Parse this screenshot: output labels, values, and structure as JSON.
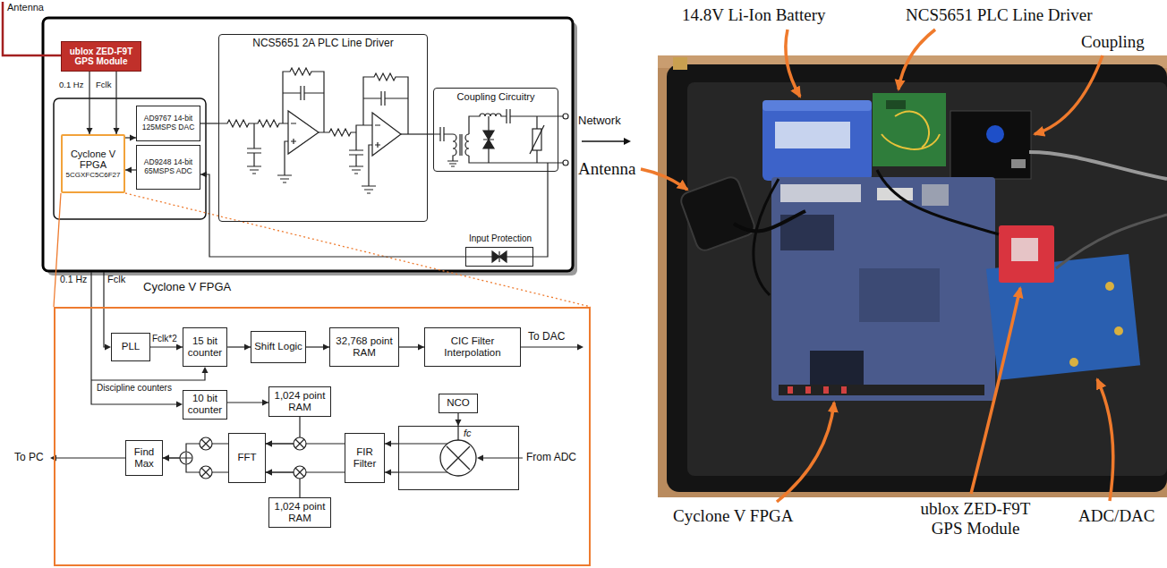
{
  "diagram": {
    "nodes": [
      {
        "text": [
          "ublox ZED-F9T GPS Module"
        ]
      },
      {
        "text": [
          "Cyclone V FPGA",
          "5CGXFC5C6F27"
        ]
      },
      {
        "text": [
          "AD9767 14-bit 125MSPS DAC"
        ]
      },
      {
        "text": [
          "AD9248 14-bit 65MSPS ADC"
        ]
      },
      {
        "text": [
          "NCS5651 2A PLC Line Driver"
        ]
      },
      {
        "text": [
          "Coupling Circuitry"
        ]
      },
      {
        "text": [
          "Input Protection"
        ]
      },
      {
        "text": [
          "Cyclone V FPGA"
        ]
      },
      {
        "text": [
          "PLL"
        ],
        "in": 7
      },
      {
        "text": [
          "15 bit counter"
        ],
        "in": 7
      },
      {
        "text": [
          "Shift Logic"
        ],
        "in": 7
      },
      {
        "text": [
          "32,768 point RAM"
        ],
        "in": 7
      },
      {
        "text": [
          "CIC Filter Interpolation"
        ],
        "in": 7
      },
      {
        "text": [
          "10 bit counter"
        ],
        "in": 7
      },
      {
        "text": [
          "1,024 point RAM"
        ],
        "in": 7
      },
      {
        "text": [
          "NCO"
        ],
        "in": 7
      },
      {
        "text": [
          "fc"
        ],
        "in": 7
      },
      {
        "text": [
          "FIR Filter"
        ],
        "in": 7
      },
      {
        "text": [
          "FFT"
        ],
        "in": 7
      },
      {
        "text": [
          "Find Max"
        ],
        "in": 7
      },
      {
        "text": [
          "1,024 point RAM"
        ],
        "in": 7
      }
    ],
    "edges": [
      {
        "from": 0,
        "to": 1,
        "arrow": "to",
        "label": "0.1 Hz"
      },
      {
        "from": 0,
        "to": 1,
        "arrow": "to",
        "label": "Fclk"
      },
      {
        "from": 1,
        "to": 2,
        "arrow": "to"
      },
      {
        "from": 3,
        "to": 1,
        "arrow": "to"
      },
      {
        "from": 2,
        "to": 4,
        "arrow": "none"
      },
      {
        "from": 4,
        "to": 5,
        "arrow": "none"
      },
      {
        "from": 5,
        "to": 6,
        "arrow": "none"
      },
      {
        "from": 6,
        "to": 3,
        "arrow": "to"
      },
      {
        "from": 8,
        "to": 9,
        "arrow": "to",
        "label": "Fclk*2"
      },
      {
        "from": 9,
        "to": 10,
        "arrow": "to"
      },
      {
        "from": 10,
        "to": 11,
        "arrow": "to"
      },
      {
        "from": 11,
        "to": 12,
        "arrow": "to"
      },
      {
        "from": 13,
        "to": 14,
        "arrow": "to"
      },
      {
        "from": 15,
        "to": 16,
        "arrow": "to"
      },
      {
        "from": 16,
        "to": 17,
        "arrow": "to"
      },
      {
        "from": 16,
        "to": 17,
        "arrow": "to"
      },
      {
        "from": 17,
        "to": 18,
        "arrow": "to"
      },
      {
        "from": 17,
        "to": 18,
        "arrow": "to"
      },
      {
        "from": 14,
        "to": 18,
        "arrow": "to"
      },
      {
        "from": 20,
        "to": 18,
        "arrow": "to"
      },
      {
        "from": 18,
        "to": 19,
        "arrow": "to"
      },
      {
        "from": 18,
        "to": 19,
        "arrow": "to"
      }
    ],
    "labels": [
      "Antenna",
      "Network",
      "0.1 Hz",
      "Fclk",
      "Discipline counters",
      "To DAC",
      "To PC",
      "From ADC",
      "14.8V Li-Ion Battery",
      "NCS5651 PLC Line Driver",
      "Coupling",
      "Antenna",
      "Cyclone V FPGA",
      "ublox ZED-F9T GPS Module",
      "ADC/DAC"
    ]
  }
}
